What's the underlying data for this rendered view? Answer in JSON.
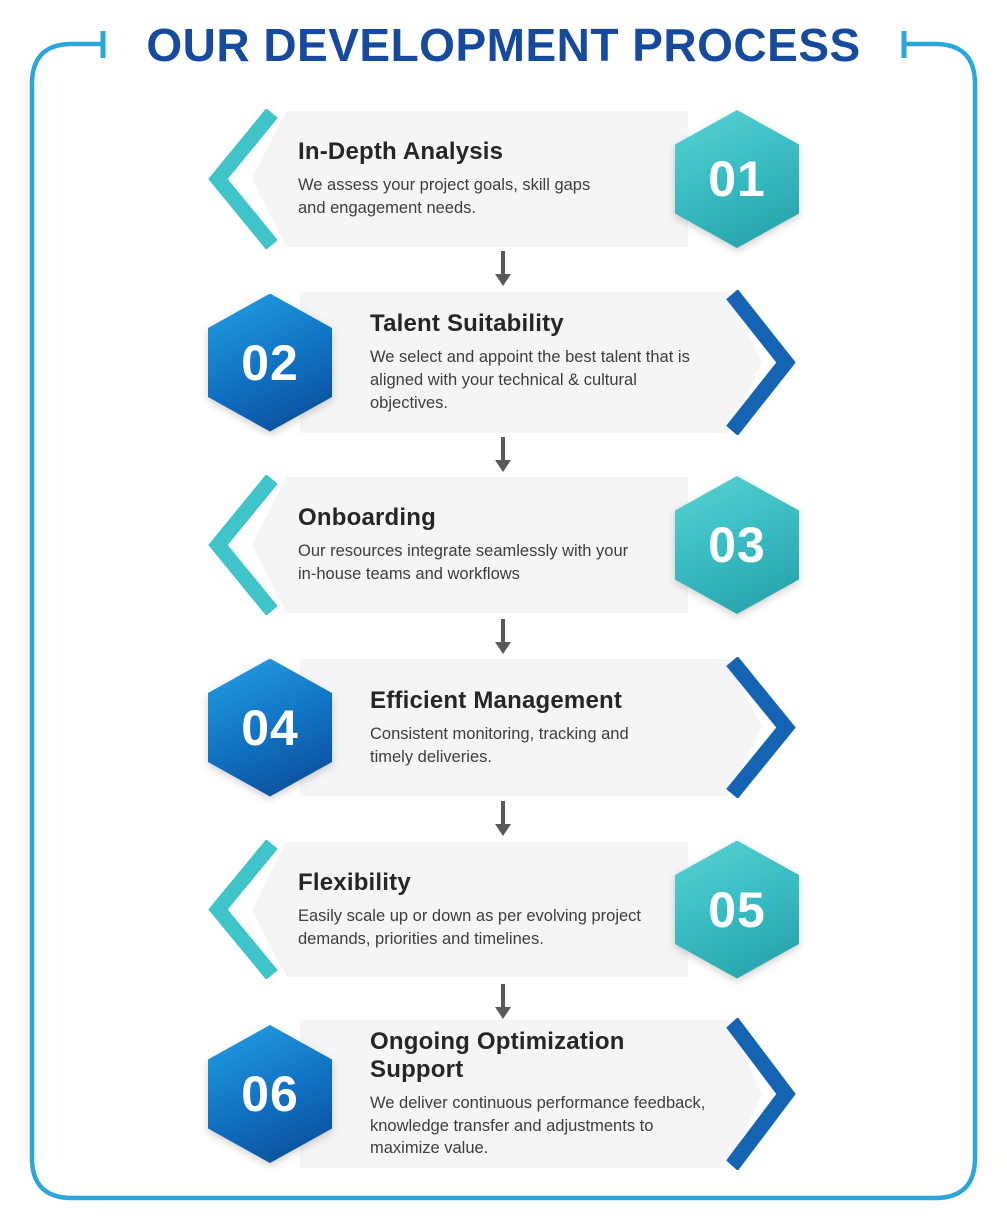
{
  "title": "OUR DEVELOPMENT PROCESS",
  "colors": {
    "title_navy": "#164a9e",
    "frame_border": "#2aa6dd",
    "card_background": "#f5f4f6",
    "teal_hex_light": "#5ad2d4",
    "teal_hex_dark": "#239ea8",
    "blue_hex_light": "#24a0e4",
    "blue_hex_dark": "#0a4894",
    "teal_chevron": "#3fc4c9",
    "blue_chevron": "#1564b4",
    "connector_gray": "#58595b"
  },
  "steps": [
    {
      "number": "01",
      "title": "In-Depth Analysis",
      "description": "We assess your project goals, skill gaps\nand engagement needs.",
      "theme": "teal",
      "hexagon_side": "right"
    },
    {
      "number": "02",
      "title": "Talent Suitability",
      "description": "We select and appoint the best talent that is\naligned with your technical & cultural objectives.",
      "theme": "blue",
      "hexagon_side": "left"
    },
    {
      "number": "03",
      "title": "Onboarding",
      "description": "Our resources integrate seamlessly with your\nin-house teams and workflows",
      "theme": "teal",
      "hexagon_side": "right"
    },
    {
      "number": "04",
      "title": "Efficient Management",
      "description": "Consistent monitoring, tracking and\ntimely deliveries.",
      "theme": "blue",
      "hexagon_side": "left"
    },
    {
      "number": "05",
      "title": "Flexibility",
      "description": "Easily scale up or down as per evolving project\ndemands, priorities and timelines.",
      "theme": "teal",
      "hexagon_side": "right"
    },
    {
      "number": "06",
      "title": "Ongoing Optimization Support",
      "description": "We deliver continuous performance feedback,\nknowledge transfer and adjustments to\nmaximize value.",
      "theme": "blue",
      "hexagon_side": "left"
    }
  ]
}
